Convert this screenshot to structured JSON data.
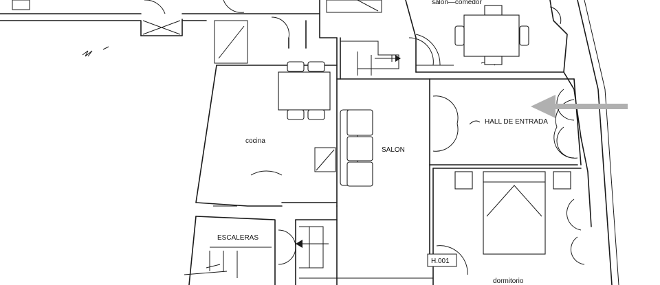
{
  "rooms": {
    "salon_comedor": "salon—comedor",
    "hall": "HALL DE ENTRADA",
    "cocina": "cocina",
    "salon": "SALON",
    "escaleras": "ESCALERAS",
    "dormitorio": "dormitorio",
    "unit": "H.001"
  },
  "colors": {
    "line": "#1a1a1a",
    "arrow": "#b0b0b0",
    "background": "#ffffff"
  },
  "icons": {
    "entrance": "entrance-arrow-icon",
    "stair_direction": "stair-direction-arrow-icon"
  }
}
